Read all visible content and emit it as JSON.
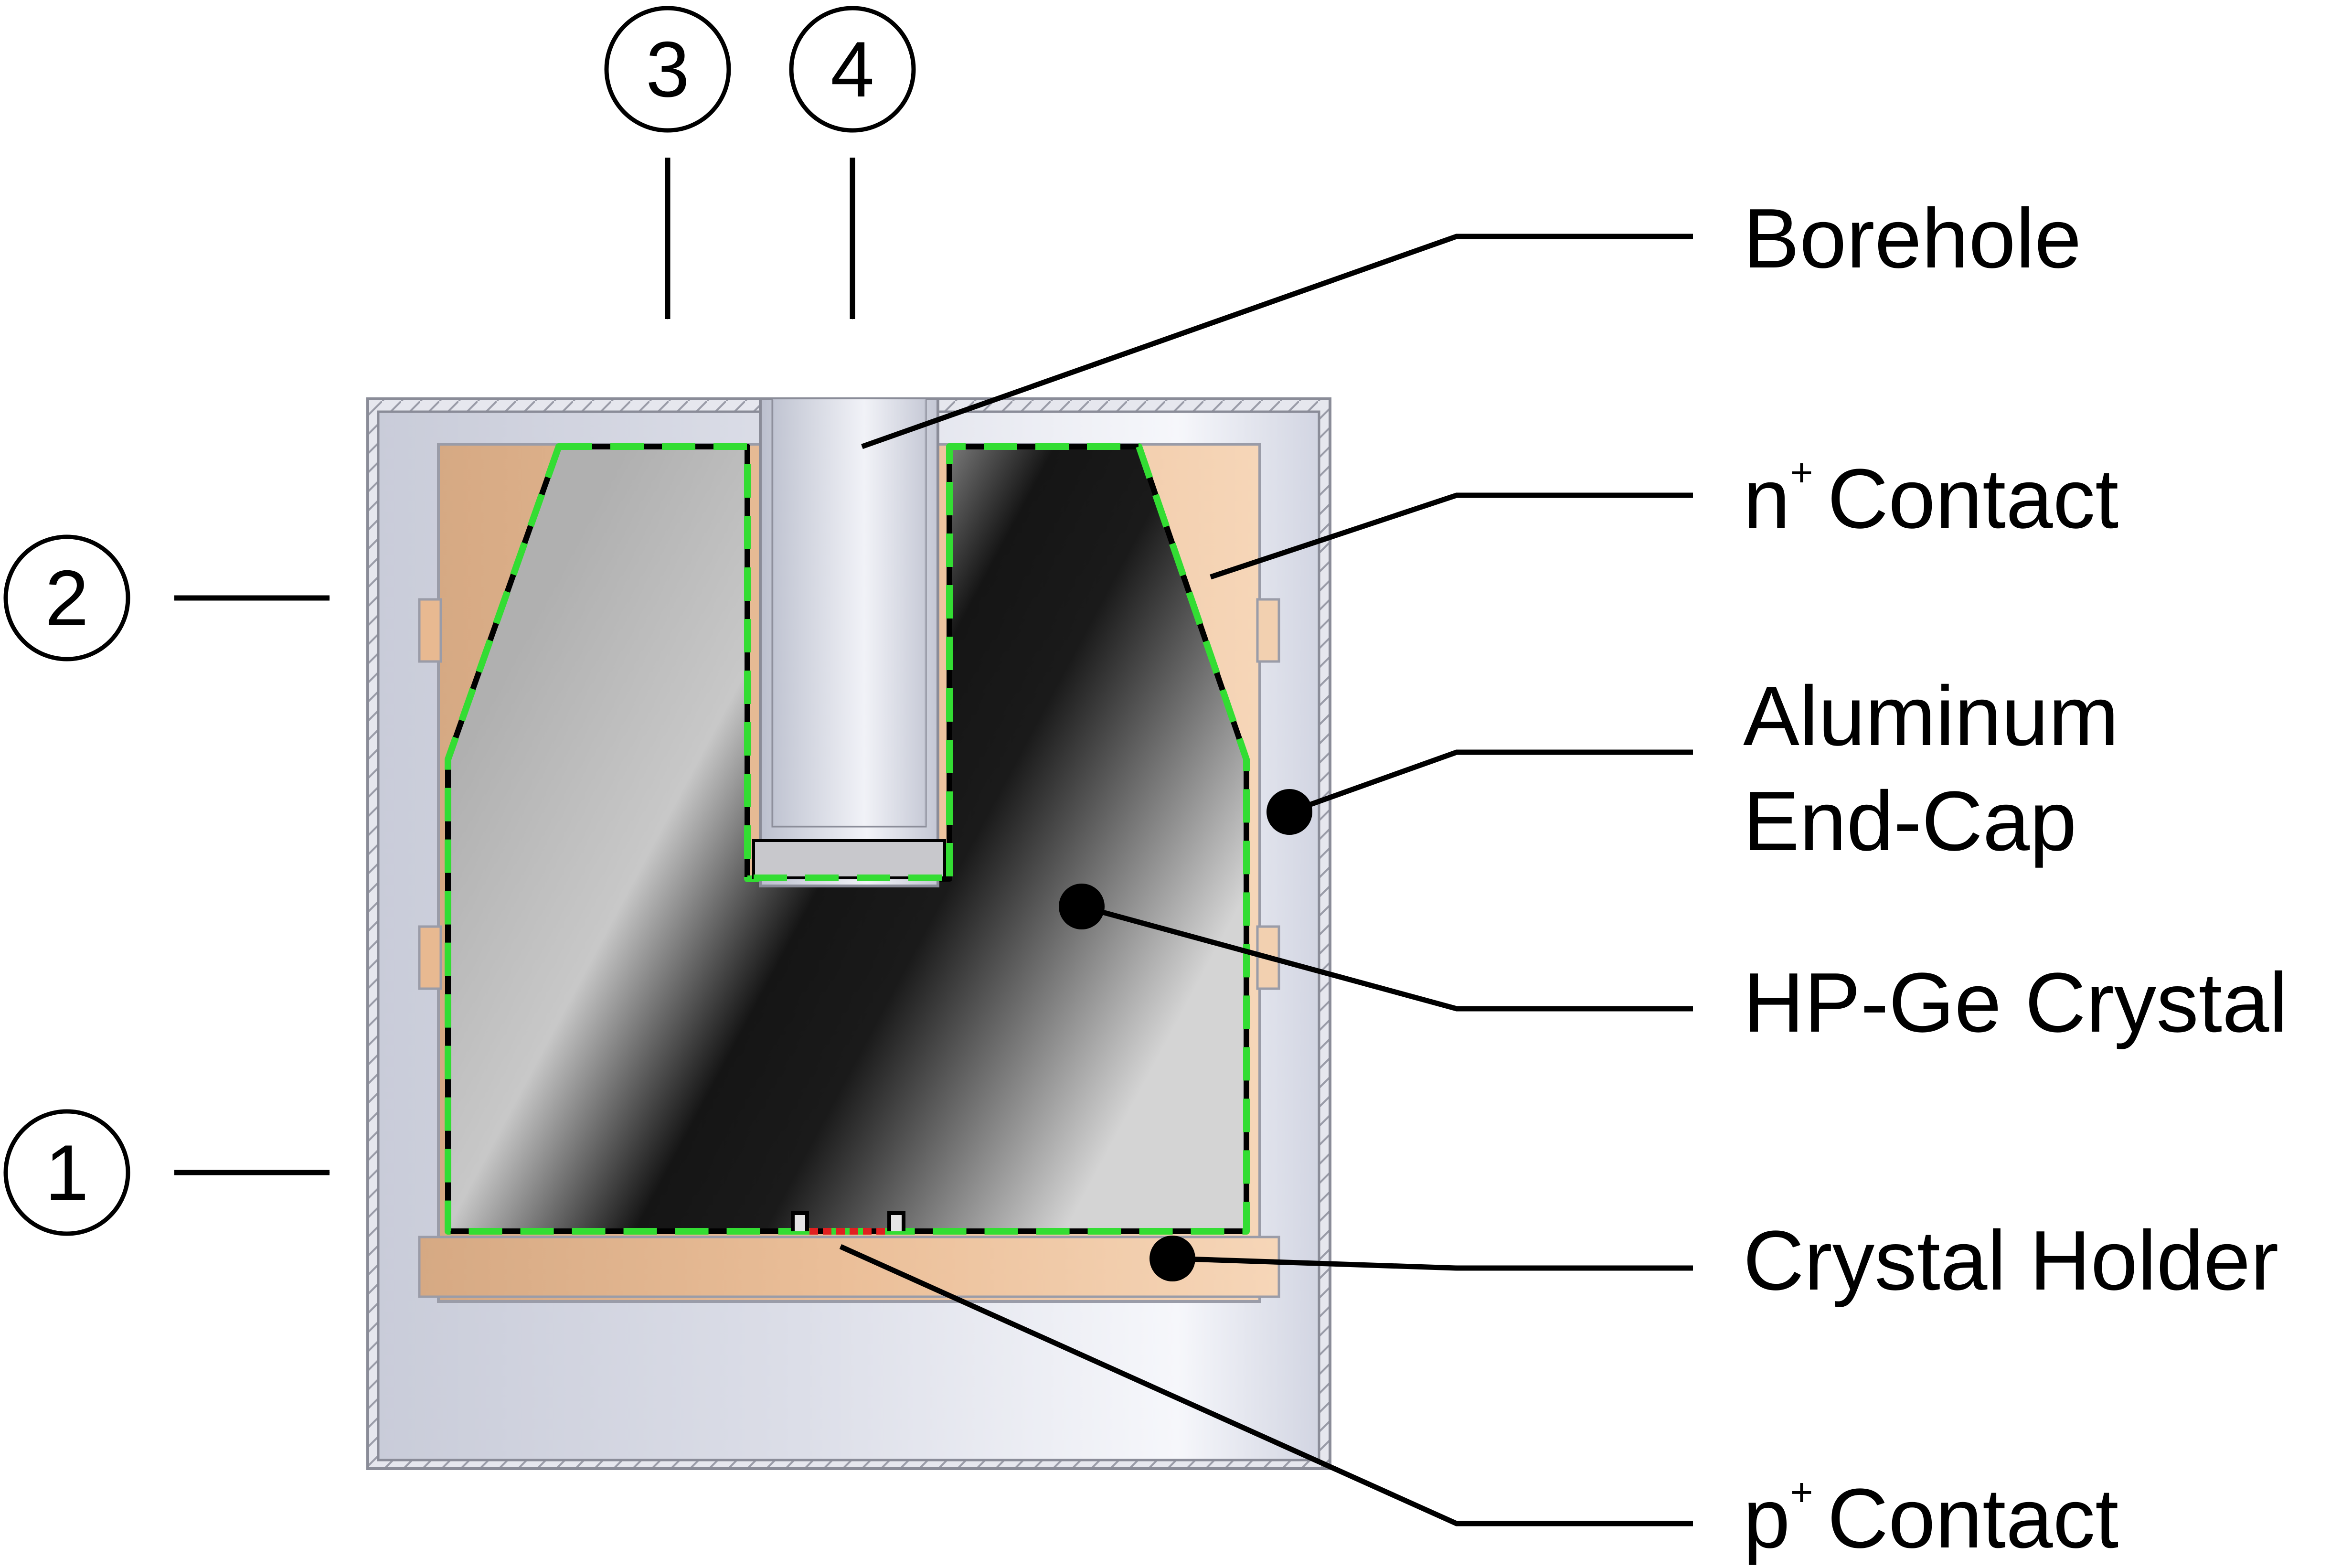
{
  "markers": {
    "m1": "1",
    "m2": "2",
    "m3": "3",
    "m4": "4"
  },
  "labels": {
    "borehole": "Borehole",
    "n_contact_letter": "n",
    "n_contact_sup": "+",
    "n_contact_word": "Contact",
    "endcap_line1": "Aluminum",
    "endcap_line2": "End-Cap",
    "crystal": "HP-Ge Crystal",
    "holder": "Crystal Holder",
    "p_contact_letter": "p",
    "p_contact_sup": "+",
    "p_contact_word": "Contact"
  },
  "colors": {
    "endcap": "#d4d7e3",
    "holder": "#e8b991",
    "crystal_light": "#c8c8c8",
    "crystal_dark": "#101010",
    "dead_layer": "#33dd33",
    "p_contact": "#e02020"
  }
}
